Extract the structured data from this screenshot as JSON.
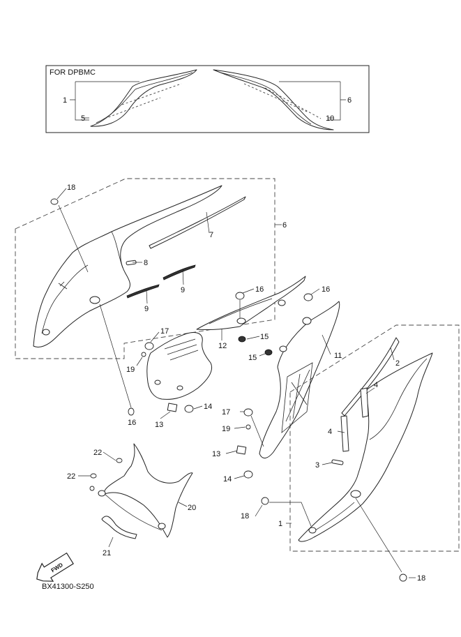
{
  "inset": {
    "title": "FOR DPBMC",
    "labels": [
      "1",
      "5",
      "6",
      "10"
    ]
  },
  "callouts": [
    "18",
    "6",
    "7",
    "8",
    "9",
    "9",
    "16",
    "16",
    "12",
    "15",
    "15",
    "11",
    "17",
    "19",
    "14",
    "13",
    "16",
    "2",
    "4",
    "4",
    "3",
    "17",
    "19",
    "13",
    "14",
    "22",
    "22",
    "20",
    "21",
    "18",
    "1",
    "18"
  ],
  "fwd_label": "FWD",
  "diagram_code": "BX41300-S250"
}
